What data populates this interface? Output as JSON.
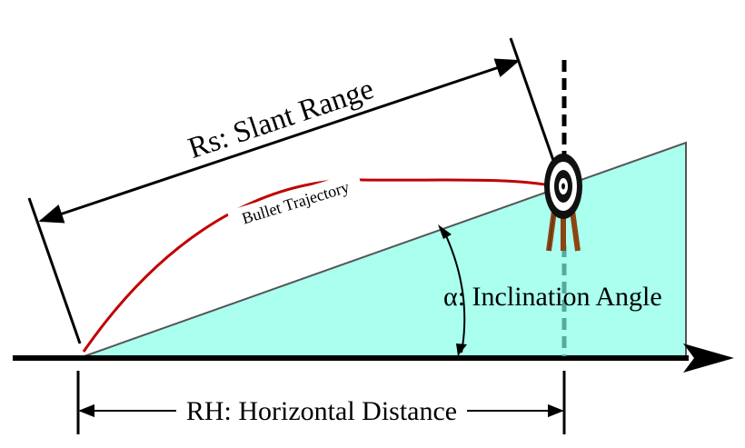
{
  "labels": {
    "slant_range": "Rs: Slant Range",
    "bullet_trajectory": "Bullet Trajectory",
    "inclination_angle": "α: Inclination Angle",
    "horizontal_distance": "RH: Horizontal Distance"
  },
  "colors": {
    "slope_fill": "#aaffee",
    "slope_stroke": "#555555",
    "trajectory": "#c00000",
    "target_stand": "#8b4513",
    "plumb_above": "#000000",
    "plumb_below": "#55aaa0",
    "line": "#000000"
  },
  "icons": {
    "target": "bullseye-target-icon"
  }
}
